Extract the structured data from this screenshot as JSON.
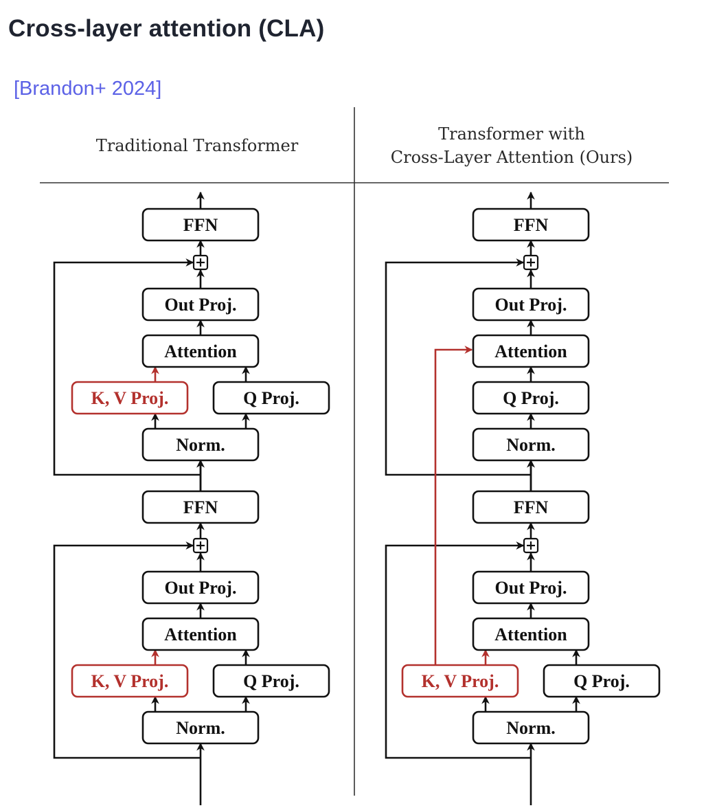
{
  "page": {
    "title": "Cross-layer attention (CLA)",
    "citation": "[Brandon+ 2024]"
  },
  "diagram": {
    "left": {
      "header": [
        "Traditional Transformer"
      ]
    },
    "right": {
      "header": [
        "Transformer with",
        "Cross-Layer Attention (Ours)"
      ]
    },
    "labels": {
      "ffn": "FFN",
      "out_proj": "Out Proj.",
      "attention": "Attention",
      "kv_proj": "K, V Proj.",
      "q_proj": "Q Proj.",
      "norm": "Norm."
    },
    "colors": {
      "ink": "#111111",
      "highlight": "#b3312d",
      "link": "#5b61e6"
    }
  }
}
